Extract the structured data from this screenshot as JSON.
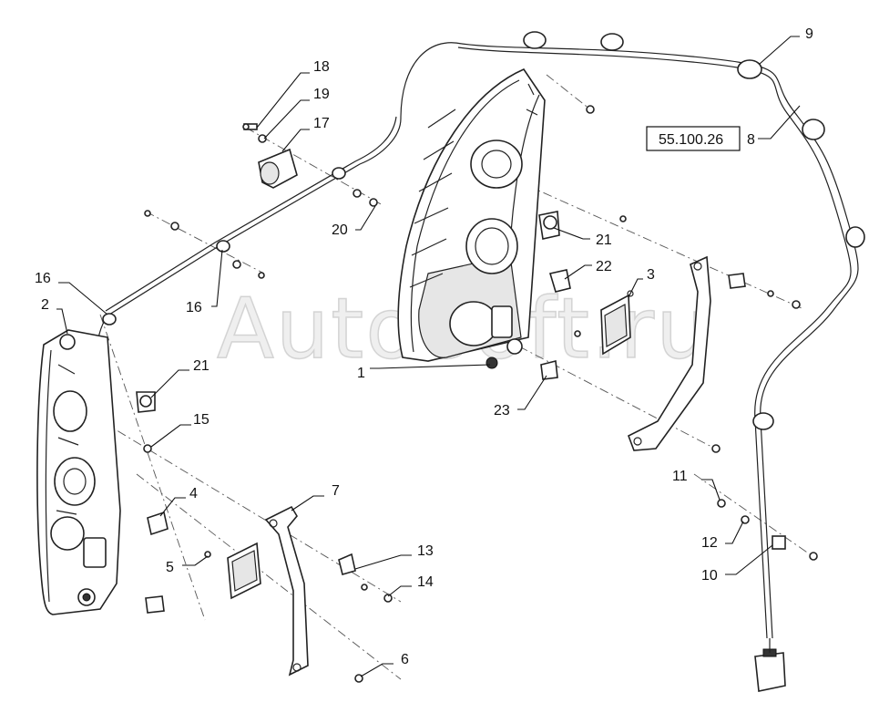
{
  "watermark": "AutoSoft.ru",
  "reference_box": "55.100.26",
  "callouts": {
    "c1": "1",
    "c2": "2",
    "c3": "3",
    "c4": "4",
    "c5": "5",
    "c6": "6",
    "c7": "7",
    "c8": "8",
    "c9": "9",
    "c10": "10",
    "c11": "11",
    "c12": "12",
    "c13": "13",
    "c14": "14",
    "c15": "15",
    "c16": "16",
    "c17": "17",
    "c18": "18",
    "c19": "19",
    "c20": "20",
    "c21": "21",
    "c22": "22",
    "c23": "23"
  }
}
